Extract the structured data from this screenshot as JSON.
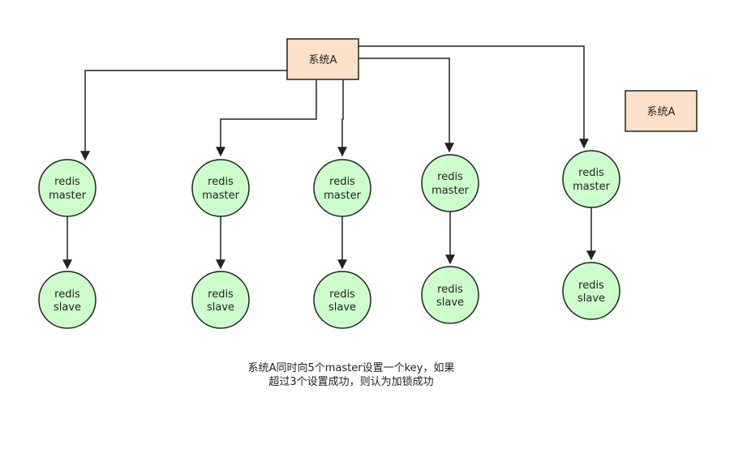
{
  "system_box_main": {
    "label": "系统A"
  },
  "system_box_side": {
    "label": "系统A"
  },
  "nodes": [
    {
      "master": [
        "redis",
        "master"
      ],
      "slave": [
        "redis",
        "slave"
      ]
    },
    {
      "master": [
        "redis",
        "master"
      ],
      "slave": [
        "redis",
        "slave"
      ]
    },
    {
      "master": [
        "redis",
        "master"
      ],
      "slave": [
        "redis",
        "slave"
      ]
    },
    {
      "master": [
        "redis",
        "master"
      ],
      "slave": [
        "redis",
        "slave"
      ]
    },
    {
      "master": [
        "redis",
        "master"
      ],
      "slave": [
        "redis",
        "slave"
      ]
    }
  ],
  "caption": {
    "line1": "系统A同时向5个master设置一个key，如果",
    "line2": "超过3个设置成功，则认为加锁成功"
  },
  "colors": {
    "system_fill": "#ffe0c8",
    "node_fill": "#ccffcc",
    "stroke": "#222222"
  }
}
